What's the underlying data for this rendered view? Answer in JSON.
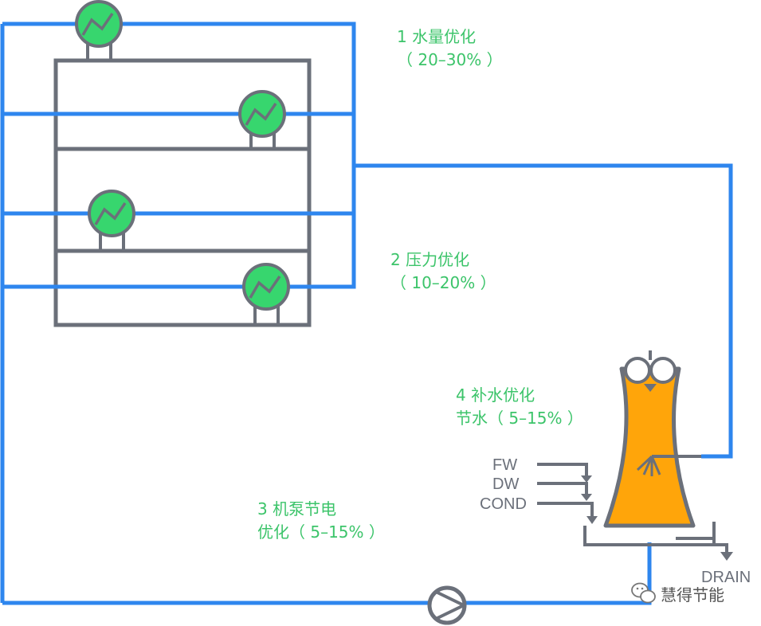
{
  "annotations": [
    {
      "line1": "1 水量优化",
      "line2": "（ 20–30% ）"
    },
    {
      "line1": "2 压力优化",
      "line2": "（ 10–20% ）"
    },
    {
      "line1": "3 机泵节电",
      "line2": "优化（ 5–15% ）"
    },
    {
      "line1": "4 补水优化",
      "line2": "节水（ 5–15% ）"
    }
  ],
  "flows": {
    "fw": "FW",
    "dw": "DW",
    "cond": "COND",
    "drain": "DRAIN"
  },
  "watermark": {
    "text": "慧得节能"
  },
  "colors": {
    "pipe_blue": "#2e86ee",
    "frame_grey": "#6b707a",
    "exchanger_green": "#37d66e",
    "tower_orange": "#ffa50a"
  },
  "icons": {
    "exchanger": "heat-exchanger-icon",
    "pump": "pump-icon",
    "tower": "cooling-tower-icon",
    "wechat": "wechat-icon"
  }
}
